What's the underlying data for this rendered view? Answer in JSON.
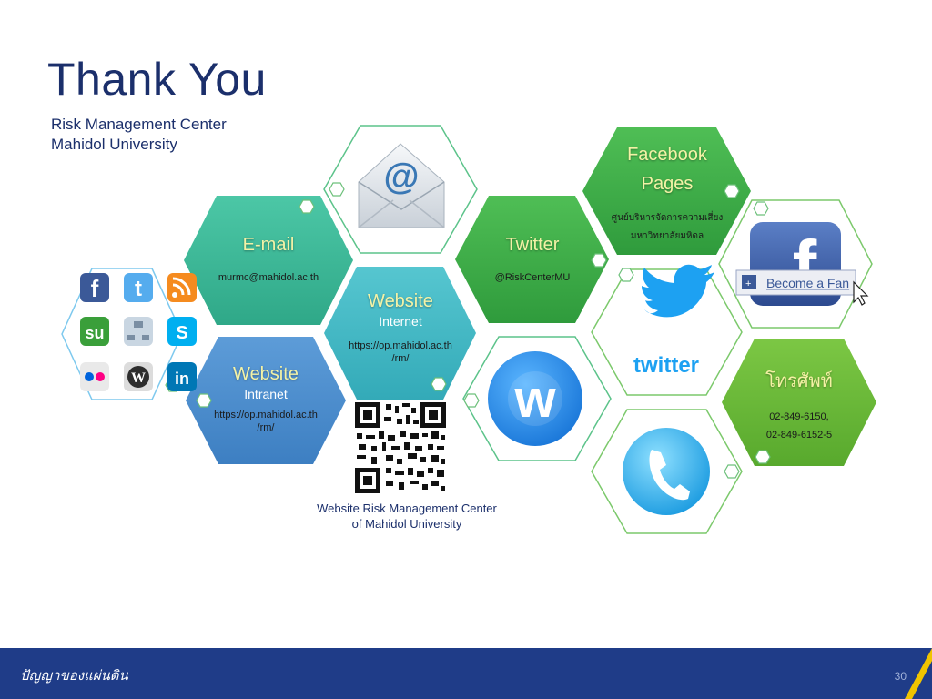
{
  "slide": {
    "title": "Thank You",
    "subtitle_line1": "Risk Management Center",
    "subtitle_line2": "Mahidol University",
    "page_number": "30",
    "footer_motto": "ปัญญาของแผ่นดิน"
  },
  "cards": {
    "email": {
      "heading": "E-mail",
      "value": "murmc@mahidol.ac.th"
    },
    "website_internet": {
      "heading": "Website",
      "sub": "Internet",
      "value_line1": "https://op.mahidol.ac.th",
      "value_line2": "/rm/"
    },
    "website_intranet": {
      "heading": "Website",
      "sub": "Intranet",
      "value_line1": "https://op.mahidol.ac.th",
      "value_line2": "/rm/"
    },
    "twitter": {
      "heading": "Twitter",
      "value": "@RiskCenterMU"
    },
    "facebook": {
      "heading_line1": "Facebook",
      "heading_line2": "Pages",
      "value_line1": "ศูนย์บริหารจัดการความเสี่ยง",
      "value_line2": "มหาวิทยาลัยมหิดล"
    },
    "phone": {
      "heading": "โทรศัพท์",
      "value_line1": "02-849-6150,",
      "value_line2": "02-849-6152-5"
    }
  },
  "icons": {
    "fb_fan_label": "Become a Fan",
    "twitter_wordmark": "twitter",
    "email_symbol": "@",
    "weebly_letter": "w",
    "facebook_letter": "f"
  },
  "qr": {
    "caption_line1": "Website Risk Management Center",
    "caption_line2": "of Mahidol University"
  },
  "colors": {
    "navy": "#1b2f6b",
    "teal": "#3fbf9b",
    "turquoise": "#43b9c7",
    "blue": "#4b8fd1",
    "green": "#3fae48",
    "leaf": "#6cbd3a",
    "footer": "#1f3c88"
  }
}
